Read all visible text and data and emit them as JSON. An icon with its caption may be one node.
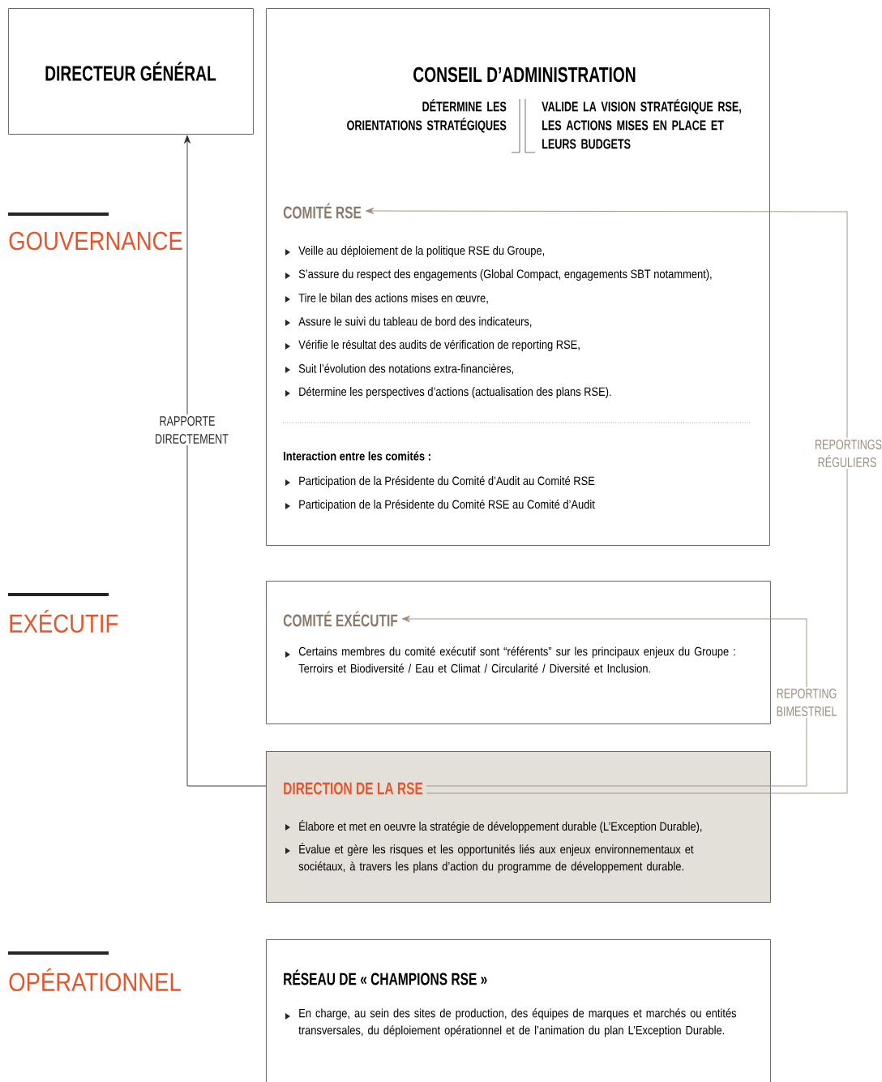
{
  "diagram": {
    "nodes": [
      {
        "text": [
          "DIRECTEUR GÉNÉRAL"
        ]
      },
      {
        "text": [
          "CONSEIL D’ADMINISTRATION",
          "DÉTERMINE LES ORIENTATIONS STRATÉGIQUES",
          "VALIDE LA VISION STRATÉGIQUE RSE, LES ACTIONS MISES EN PLACE ET LEURS BUDGETS",
          "Veille au déploiement de la politique RSE du Groupe,",
          "S’assure du respect des engagements (Global Compact, engagements SBT notamment),",
          "Tire le bilan des actions mises en œuvre,",
          "Assure le suivi du tableau de bord des indicateurs,",
          "Vérifie le résultat des audits de vérification de reporting RSE,",
          "Suit l’évolution des notations extra-financières,",
          "Détermine les perspectives d’actions (actualisation des plans RSE).",
          "Interaction entre les comités :",
          "Participation de la Présidente du Comité d’Audit au Comité RSE",
          "Participation de la Présidente du Comité RSE au Comité d’Audit"
        ]
      },
      {
        "text": [
          "COMITÉ RSE"
        ],
        "in": 1
      },
      {
        "text": [
          "Certains membres du comité exécutif sont “référents” sur les principaux enjeux du Groupe : Terroirs et Biodiversité / Eau et Climat / Circularité / Diversité et Inclusion."
        ]
      },
      {
        "text": [
          "COMITÉ EXÉCUTIF"
        ],
        "in": 3
      },
      {
        "text": [
          "Élabore et met en oeuvre la stratégie de développement durable  (L’Exception Durable),",
          "Évalue et gère les risques et les opportunités liés aux enjeux environnementaux et sociétaux,  à travers les plans d’action du programme de développement durable."
        ]
      },
      {
        "text": [
          "DIRECTION DE LA RSE"
        ],
        "in": 5
      },
      {
        "text": [
          "RÉSEAU DE « CHAMPIONS RSE »",
          "En charge, au sein des sites de production, des équipes de marques et marchés ou entités transversales, du déploiement opérationnel et de l’animation du plan L’Exception Durable."
        ]
      }
    ],
    "edges": [
      {
        "from": 5,
        "to": 0,
        "arrow": "to",
        "label": "RAPPORTE DIRECTEMENT",
        "color": "#2b2b2b"
      },
      {
        "from": 6,
        "to": 2,
        "arrow": "to",
        "label": "REPORTINGS RÉGULIERS"
      },
      {
        "from": 6,
        "to": 4,
        "arrow": "to",
        "label": "REPORTING BIMESTRIEL"
      }
    ],
    "labels": [
      "GOUVERNANCE",
      "EXÉCUTIF",
      "OPÉRATIONNEL"
    ]
  }
}
